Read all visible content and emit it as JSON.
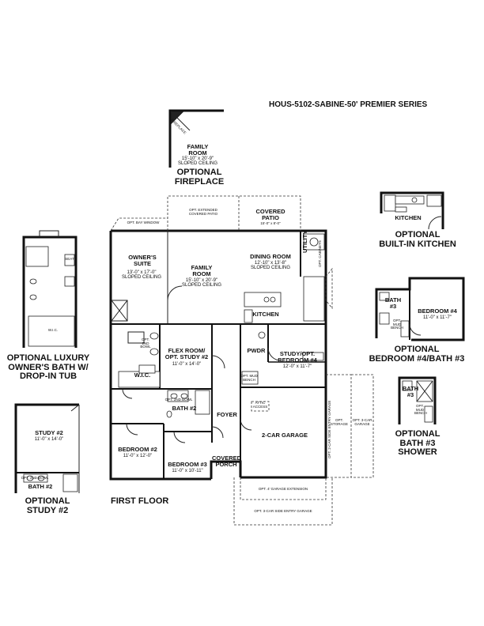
{
  "header": {
    "title": "HOUS-5102-SABINE-50' PREMIER SERIES"
  },
  "captions": {
    "first_floor": "FIRST FLOOR",
    "optional_fireplace": "OPTIONAL\nFIREPLACE",
    "optional_builtin_kitchen": "OPTIONAL\nBUILT-IN KITCHEN",
    "optional_bed4_bath3": "OPTIONAL\nBEDROOM #4/BATH #3",
    "optional_bath3_shower": "OPTIONAL\nBATH #3\nSHOWER",
    "optional_luxury_bath": "OPTIONAL LUXURY\nOWNER'S BATH W/\nDROP-IN TUB",
    "optional_study2": "OPTIONAL\nSTUDY #2"
  },
  "rooms": {
    "family_room": {
      "name": "FAMILY\nROOM",
      "dims": "15'-10\" x 20'-9\"\nSLOPED CEILING"
    },
    "owners_suite": {
      "name": "OWNER'S\nSUITE",
      "dims": "13'-0\" x 17'-0\"\nSLOPED CEILING"
    },
    "dining_room": {
      "name": "DINING ROOM",
      "dims": "12'-10\" x 13'-8\"\nSLOPED CEILING"
    },
    "kitchen": {
      "name": "KITCHEN"
    },
    "utility": {
      "name": "UTILITY"
    },
    "flex_room": {
      "name": "FLEX ROOM/\nOPT. STUDY #2",
      "dims": "11'-0\" x 14'-0\""
    },
    "study_bed4": {
      "name": "STUDY/OPT.\nBEDROOM #4",
      "dims": "12'-0\" x 11'-7\""
    },
    "pwdr": {
      "name": "PWDR"
    },
    "bath2": {
      "name": "BATH #2"
    },
    "foyer": {
      "name": "FOYER"
    },
    "garage": {
      "name": "2-CAR GARAGE"
    },
    "bedroom2": {
      "name": "BEDROOM #2",
      "dims": "11'-0\" x 12'-0\""
    },
    "bedroom3": {
      "name": "BEDROOM #3",
      "dims": "11'-0\" x 10'-11\""
    },
    "covered_porch": {
      "name": "COVERED\nPORCH"
    },
    "covered_patio": {
      "name": "COVERED\nPATIO",
      "dims": "15'-0\" x 8'-0\""
    },
    "wic": {
      "name": "W.I.C."
    },
    "opt_2nd_bowl": {
      "name": "OPT.\n2ND\nBOWL"
    },
    "opt_2nd_bowl_b2": {
      "name": "OPT. 2ND BOWL"
    }
  },
  "notes": {
    "opt_extended_patio": "OPT. EXTENDED\nCOVERED PATIO",
    "opt_bay_window": "OPT. BAY WINDOW",
    "opt_garage_ext": "OPT. 4' GARAGE EXTENSION",
    "opt_3car_side": "OPT. 3-CAR SIDE ENTRY GARAGE",
    "opt_3car_garage": "OPT. 3-CAR\nGARAGE",
    "opt_2car_side": "OPT. 2-CAR SIDE ENTRY GARAGE",
    "opt_storage": "OPT.\nSTORAGE",
    "attic_access": "ATTIC\nACCESS",
    "opt_mud_bench": "OPT. MUD\nBENCH",
    "opt_cabinets": "OPT. CABINETS",
    "fireplace": "FIREPLACE"
  },
  "inset_fireplace": {
    "room": "FAMILY\nROOM",
    "dims": "15'-10\" x 20'-9\"\nSLOPED CEILING"
  },
  "inset_kitchen": {
    "label": "KITCHEN"
  },
  "inset_bed4": {
    "bath": "BATH\n#3",
    "bedroom": "BEDROOM #4",
    "dims": "11'-0\" x 11'-7\"",
    "mud": "OPT.\nMUD\nBENCH"
  },
  "inset_bath3": {
    "bath": "BATH\n#3",
    "mud": "OPT.\nMUD\nBENCH"
  },
  "inset_luxury": {
    "wic": "W.I.C.",
    "seat": "SEAT"
  },
  "inset_study2": {
    "name": "STUDY #2",
    "dims": "11'-0\" x 14'-0\"",
    "bowl": "OPT. 2ND BOWL",
    "bath": "BATH #2"
  }
}
